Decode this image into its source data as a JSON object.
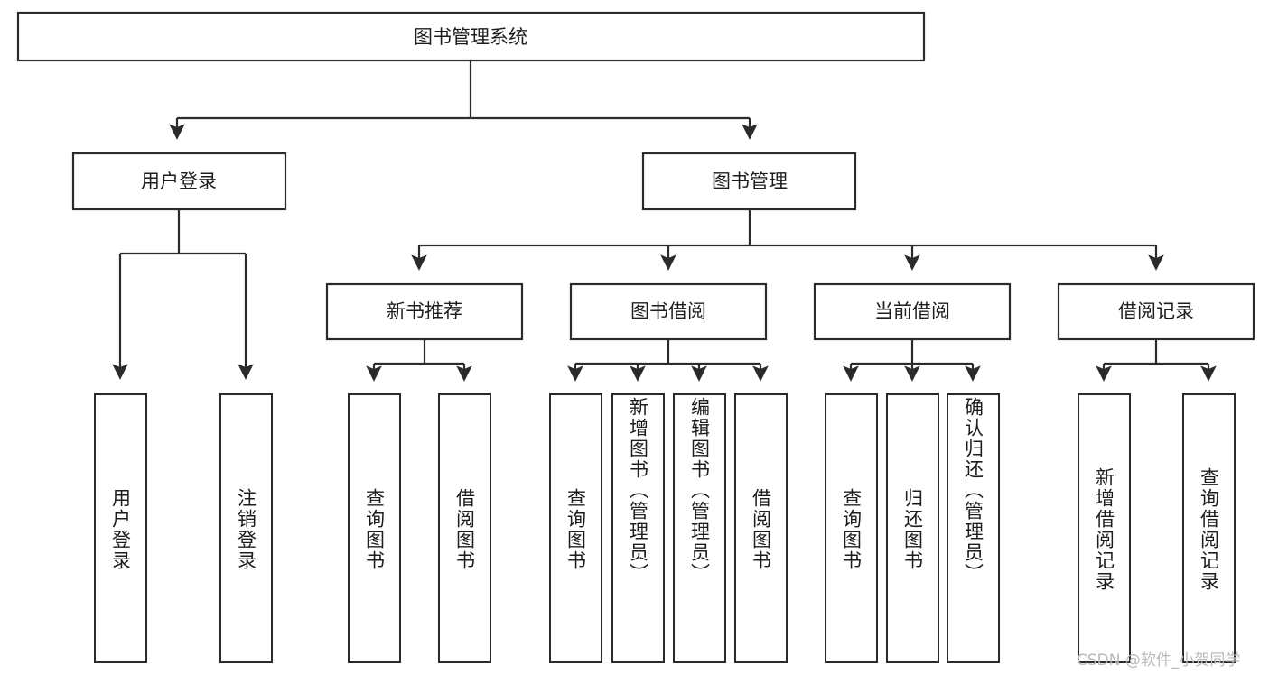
{
  "diagram": {
    "type": "tree-hierarchy",
    "title": "图书管理系统",
    "root": {
      "id": "root",
      "label": "图书管理系统",
      "orientation": "horizontal"
    },
    "level2": [
      {
        "id": "user-login",
        "label": "用户登录",
        "orientation": "horizontal"
      },
      {
        "id": "book-manage",
        "label": "图书管理",
        "orientation": "horizontal"
      }
    ],
    "level3": [
      {
        "id": "new-book-rec",
        "label": "新书推荐",
        "parent": "book-manage",
        "orientation": "horizontal"
      },
      {
        "id": "book-borrow",
        "label": "图书借阅",
        "parent": "book-manage",
        "orientation": "horizontal"
      },
      {
        "id": "current-borrow",
        "label": "当前借阅",
        "parent": "book-manage",
        "orientation": "horizontal"
      },
      {
        "id": "borrow-record",
        "label": "借阅记录",
        "parent": "book-manage",
        "orientation": "horizontal"
      }
    ],
    "leaves": [
      {
        "id": "leaf-user-login",
        "label": "用户登录",
        "parent": "user-login",
        "orientation": "vertical"
      },
      {
        "id": "leaf-logout",
        "label": "注销登录",
        "parent": "user-login",
        "orientation": "vertical"
      },
      {
        "id": "leaf-query-book-1",
        "label": "查询图书",
        "parent": "new-book-rec",
        "orientation": "vertical"
      },
      {
        "id": "leaf-borrow-book-1",
        "label": "借阅图书",
        "parent": "new-book-rec",
        "orientation": "vertical"
      },
      {
        "id": "leaf-query-book-2",
        "label": "查询图书",
        "parent": "book-borrow",
        "orientation": "vertical"
      },
      {
        "id": "leaf-add-book",
        "label": "新增图书（管理员）",
        "parent": "book-borrow",
        "orientation": "vertical"
      },
      {
        "id": "leaf-edit-book",
        "label": "编辑图书（管理员）",
        "parent": "book-borrow",
        "orientation": "vertical"
      },
      {
        "id": "leaf-borrow-book-2",
        "label": "借阅图书",
        "parent": "book-borrow",
        "orientation": "vertical"
      },
      {
        "id": "leaf-query-book-3",
        "label": "查询图书",
        "parent": "current-borrow",
        "orientation": "vertical"
      },
      {
        "id": "leaf-return-book",
        "label": "归还图书",
        "parent": "current-borrow",
        "orientation": "vertical"
      },
      {
        "id": "leaf-confirm-return",
        "label": "确认归还（管理员）",
        "parent": "current-borrow",
        "orientation": "vertical"
      },
      {
        "id": "leaf-add-record",
        "label": "新增借阅记录",
        "parent": "borrow-record",
        "orientation": "vertical"
      },
      {
        "id": "leaf-query-record",
        "label": "查询借阅记录",
        "parent": "borrow-record",
        "orientation": "vertical"
      }
    ],
    "colors": {
      "stroke": "#2b2b2b",
      "fill": "#ffffff",
      "text": "#1d1d1d",
      "watermark": "#b9b9b9",
      "background": "#ffffff"
    }
  },
  "watermark": {
    "text": "CSDN @软件_小贺同学"
  }
}
